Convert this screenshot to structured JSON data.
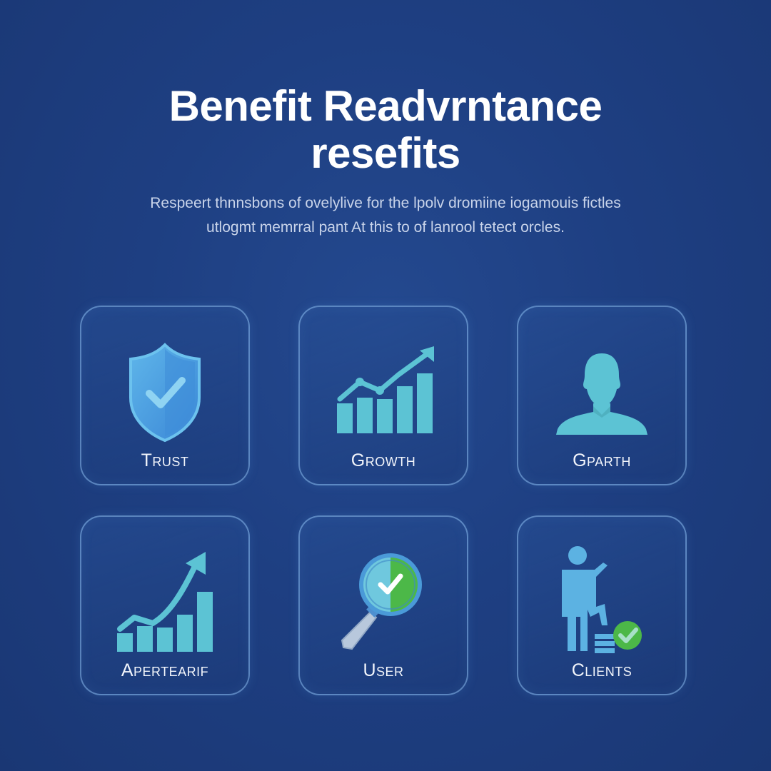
{
  "header": {
    "title_line1": "Benefit Readvrntance",
    "title_line2": "resefits",
    "subtitle_line1": "Respeert thnnsbons of ovelylive for the lpolv dromiine iogamouis fictles",
    "subtitle_line2": "utlogmt memrral pant At this to of lanrool tetect orcles."
  },
  "cards": [
    {
      "label": "Trust",
      "icon": "shield-check-icon"
    },
    {
      "label": "Growth",
      "icon": "growth-chart-icon"
    },
    {
      "label": "Gparth",
      "icon": "person-bust-icon"
    },
    {
      "label": "Apertearif",
      "icon": "trend-up-chart-icon"
    },
    {
      "label": "User",
      "icon": "magnifier-check-icon"
    },
    {
      "label": "Clients",
      "icon": "person-step-check-icon"
    }
  ],
  "colors": {
    "background": "#1e3f82",
    "icon_teal": "#5cc3d4",
    "icon_blue": "#4aa3e0",
    "check_green": "#4cb848",
    "card_border": "#8cbef0"
  }
}
